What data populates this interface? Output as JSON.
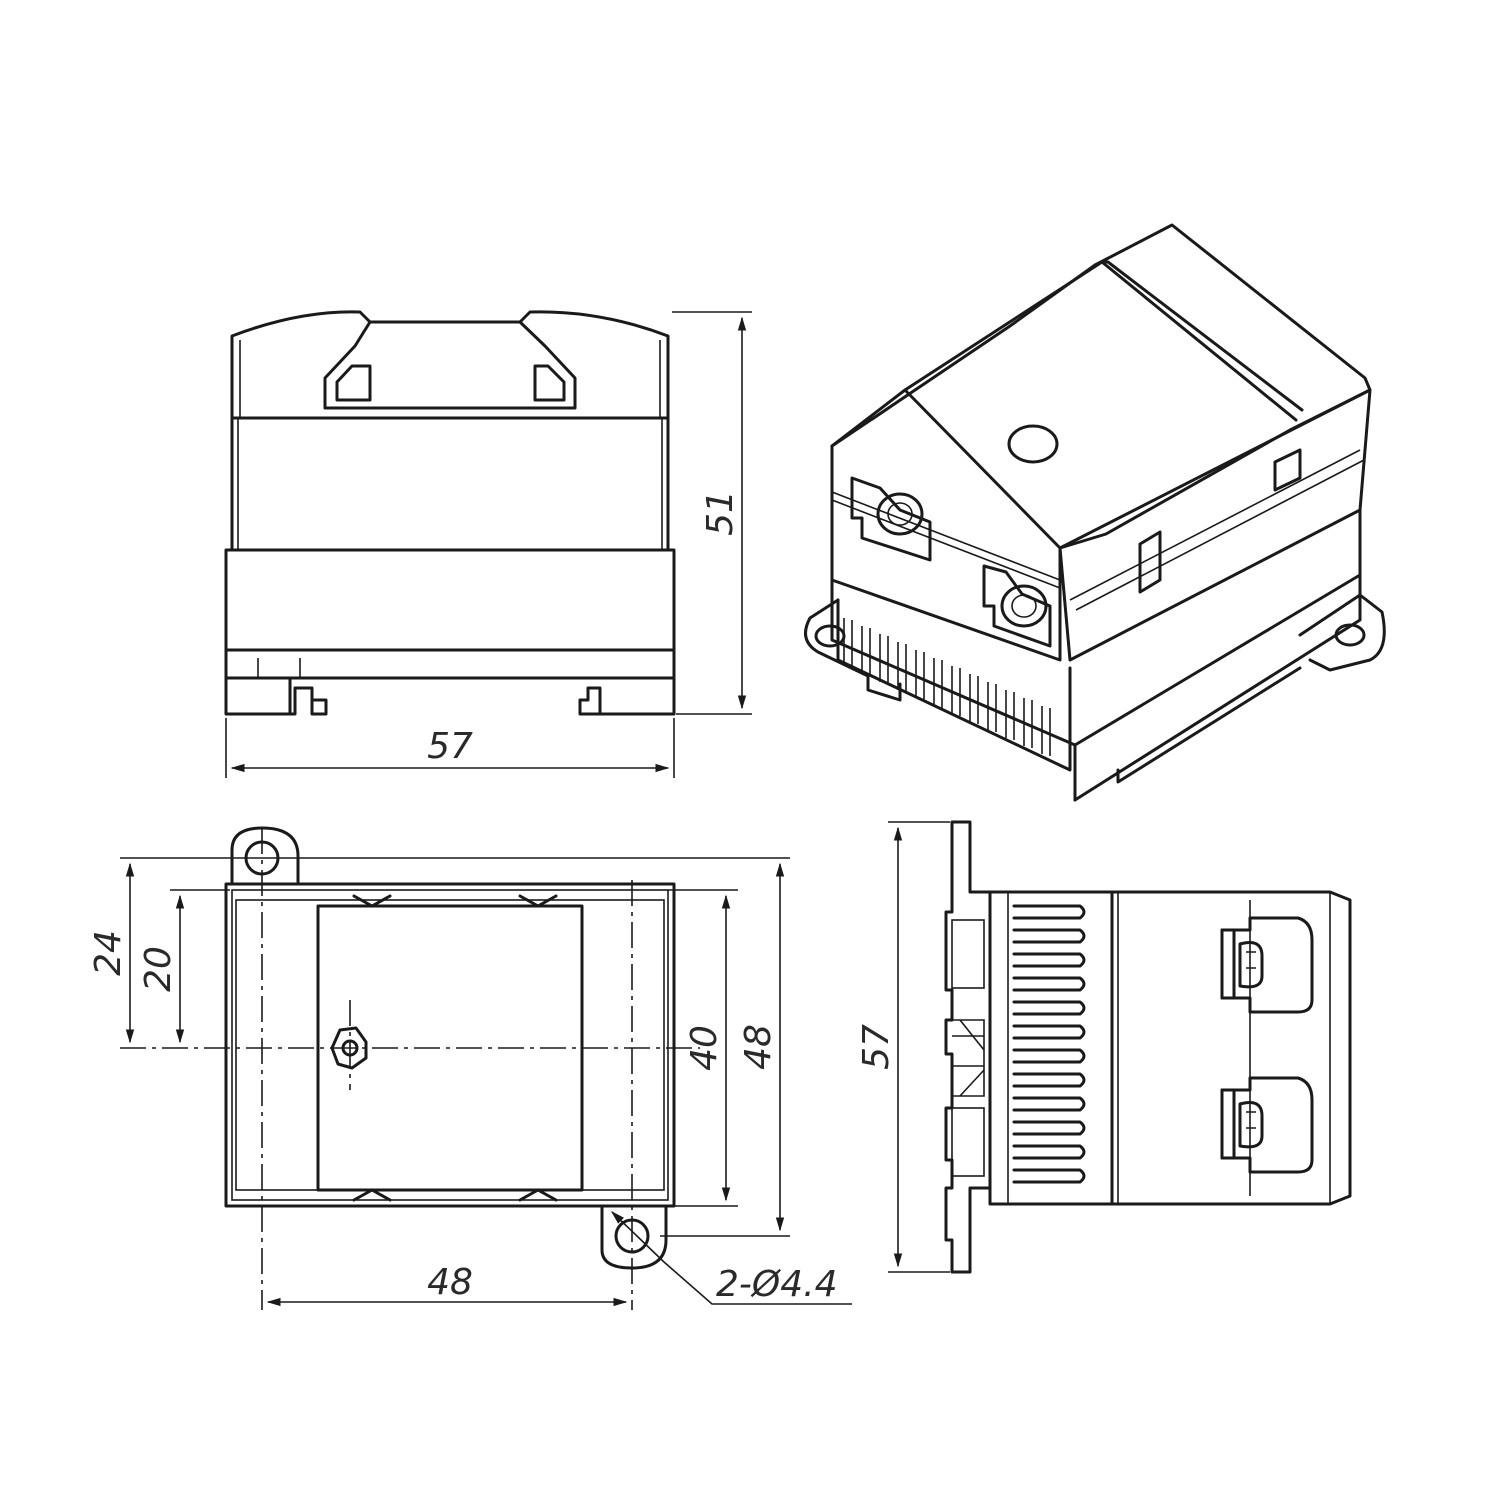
{
  "dimensions": {
    "front_width": "57",
    "front_height": "51",
    "plan_hole_spacing": "48",
    "plan_offset_outer": "24",
    "plan_offset_inner": "20",
    "plan_inner_height": "40",
    "plan_outer_height": "48",
    "hole_callout": "2-Ø4.4",
    "side_height": "57"
  },
  "colors": {
    "line": "#1a1a1a",
    "background": "#ffffff"
  }
}
